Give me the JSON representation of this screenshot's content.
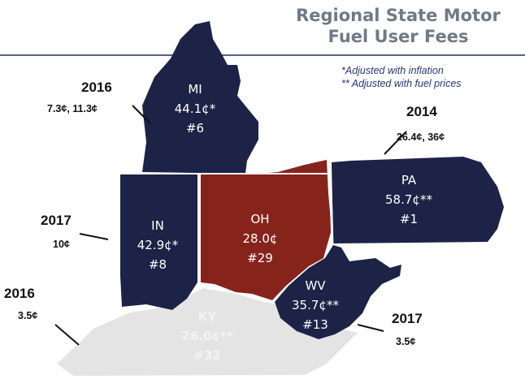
{
  "title_line1": "Regional State Motor",
  "title_line2": "Fuel User Fees",
  "notes": [
    "*Adjusted with inflation",
    "** Adjusted with fuel prices"
  ],
  "colors": {
    "state_fill": "#1c2346",
    "ohio_fill": "#86241c",
    "kentucky_fill": "#e4e4e4",
    "title": "#6f7a86",
    "rule": "#55608d"
  },
  "states": [
    {
      "abbr": "MI",
      "fee": "44.1¢*",
      "rank": "#6",
      "increase_year": "2016",
      "increase": "7.3¢, 11.3¢"
    },
    {
      "abbr": "PA",
      "fee": "58.7¢**",
      "rank": "#1",
      "increase_year": "2014",
      "increase": "26.4¢, 36¢"
    },
    {
      "abbr": "IN",
      "fee": "42.9¢*",
      "rank": "#8",
      "increase_year": "2017",
      "increase": "10¢"
    },
    {
      "abbr": "OH",
      "fee": "28.0¢",
      "rank": "#29"
    },
    {
      "abbr": "WV",
      "fee": "35.7¢**",
      "rank": "#13",
      "increase_year": "2017",
      "increase": "3.5¢"
    },
    {
      "abbr": "KY",
      "fee": "26.0¢**",
      "rank": "#32",
      "increase_year": "2016",
      "increase": "3.5¢"
    }
  ]
}
